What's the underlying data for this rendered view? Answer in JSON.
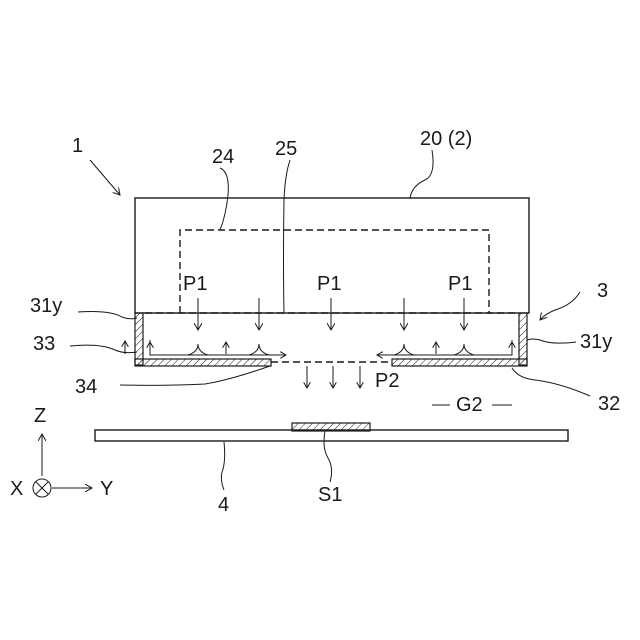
{
  "labels": {
    "ref_1": "1",
    "ref_24": "24",
    "ref_25": "25",
    "ref_20": "20 (2)",
    "p1_left": "P1",
    "p1_center": "P1",
    "p1_right": "P1",
    "ref_31y_left": "31y",
    "ref_31y_right": "31y",
    "ref_3": "3",
    "ref_33": "33",
    "ref_34": "34",
    "ref_32": "32",
    "p2": "P2",
    "g2": "G2",
    "ref_4": "4",
    "s1": "S1"
  },
  "axes": {
    "z": "Z",
    "x": "X",
    "y": "Y"
  }
}
